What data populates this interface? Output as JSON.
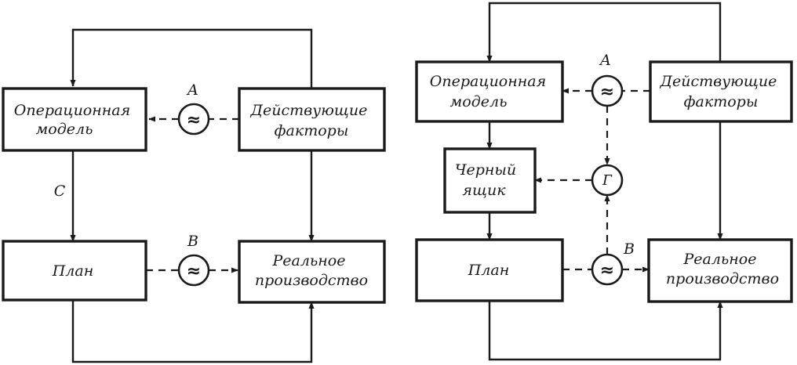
{
  "left": {
    "operational_model": [
      "Операционная",
      "модель"
    ],
    "acting_factors": [
      "Действующие",
      "факторы"
    ],
    "plan": [
      "План"
    ],
    "real_production": [
      "Реальное",
      "производство"
    ],
    "label_a": "А",
    "label_b": "В",
    "label_c": "С",
    "approx_symbol": "≈"
  },
  "right": {
    "operational_model": [
      "Операционная",
      "модель"
    ],
    "acting_factors": [
      "Действующие",
      "факторы"
    ],
    "black_box": [
      "Черный",
      "ящик"
    ],
    "plan": [
      "План"
    ],
    "real_production": [
      "Реальное",
      "производство"
    ],
    "label_a": "А",
    "label_b": "В",
    "approx_symbol": "≈",
    "gamma_symbol": "Г"
  }
}
